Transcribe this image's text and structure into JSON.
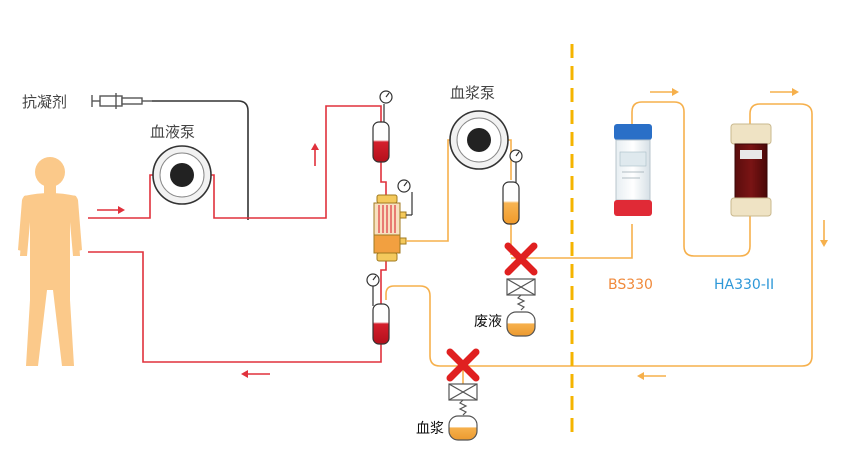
{
  "labels": {
    "anticoagulant": "抗凝剂",
    "blood_pump": "血液泵",
    "plasma_pump": "血浆泵",
    "waste_fluid": "废液",
    "plasma": "血浆",
    "bs330": "BS330",
    "ha330": "HA330-II"
  },
  "colors": {
    "blood_line": "#e0313c",
    "plasma_line": "#f6b04c",
    "divider": "#f5b400",
    "bs330_text": "#f08a3c",
    "ha330_text": "#2e98d8",
    "body": "#fbc98a",
    "blocked": "#e02020"
  },
  "icons": [
    "human-body-icon",
    "syringe-icon",
    "pump-icon",
    "pressure-gauge-icon",
    "drip-chamber-icon",
    "plasma-separator-icon",
    "filter-cartridge-icon",
    "clamp-valve-icon",
    "collection-bag-icon",
    "blocked-x-icon",
    "flow-arrow-icon"
  ]
}
